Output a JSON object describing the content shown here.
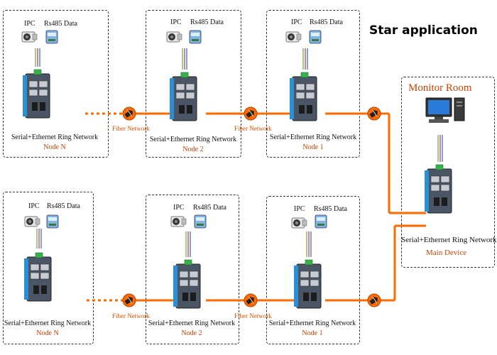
{
  "title": "Star application",
  "monitor_room": "Monitor Room",
  "labels": {
    "ipc": "IPC",
    "rs485": "Rs485 Data",
    "network": "Serial+Ethernet Ring Network",
    "fiber": "Fiber Network",
    "main_device": "Main Device"
  },
  "nodes": {
    "top": [
      "Node  N",
      "Node 2",
      "Node 1"
    ],
    "bottom": [
      "Node  N",
      "Node 2",
      "Node 1"
    ]
  },
  "colors": {
    "fiber": "#ff6a00",
    "switch_body": "#4a5566",
    "switch_accent": "#2b8fd6",
    "terminal": "#35b34a",
    "node_label": "#d04000"
  },
  "icons": [
    "camera-icon",
    "rs485-converter-icon",
    "industrial-switch-icon",
    "fiber-connector-icon",
    "computer-icon"
  ]
}
